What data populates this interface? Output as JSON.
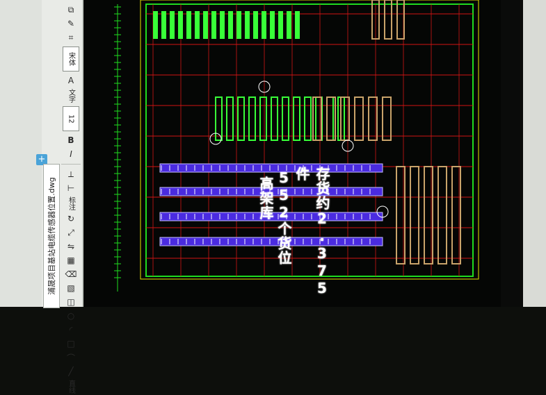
{
  "file_tab": {
    "title": "浦晟项目基站电缆传感器位置",
    "ext": ".dwg"
  },
  "toolbar": {
    "labels": {
      "text": "文字",
      "annotate": "标注"
    },
    "font_field": "宋体",
    "size_field": "12",
    "bold": "B",
    "italic": "I",
    "straight": "直线"
  },
  "plan": {
    "warehouse_title": "高架库",
    "pallet_count": "552个货位",
    "capacity": "存货约2.375件"
  },
  "colors": {
    "grid_red": "#d11414",
    "grid_green": "#1fdc1f",
    "rack_green": "#38ff38",
    "rack_purple": "#4a2be0",
    "rack_tan": "#c9a36a",
    "toolbar_bg": "#e9ebe7"
  },
  "icons": [
    "line-icon",
    "polyline-icon",
    "circle-icon",
    "arc-icon",
    "rect-icon",
    "hatch-icon",
    "text-icon",
    "dimension-icon",
    "move-icon",
    "rotate-icon",
    "copy-icon",
    "mirror-icon",
    "erase-icon",
    "pencil-icon",
    "print-icon"
  ]
}
